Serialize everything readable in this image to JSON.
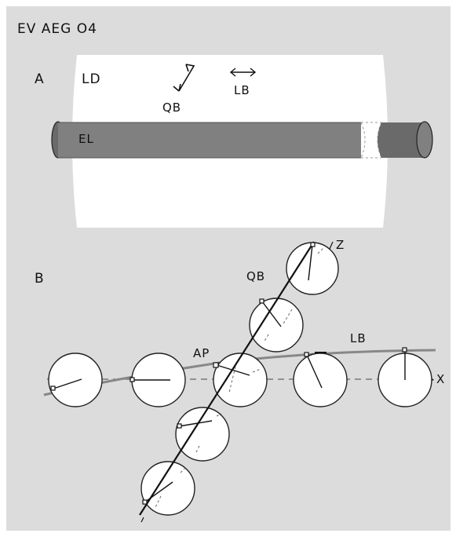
{
  "figure": {
    "id_label": "EV AEG O4"
  },
  "panel_a": {
    "letter": "A",
    "ld_label": "LD",
    "qb_label": "QB",
    "lb_label": "LB",
    "el_label": "EL"
  },
  "panel_b": {
    "letter": "B",
    "qb_label": "QB",
    "ap_label": "AP",
    "lb_label": "LB",
    "z_label": "Z",
    "x_label": "X"
  },
  "colors": {
    "background": "#dcdcdc",
    "tissue": "#ffffff",
    "electrode": "#808080",
    "electrode_dark": "#6a6a6a",
    "curve": "#888888",
    "line": "#111111"
  }
}
